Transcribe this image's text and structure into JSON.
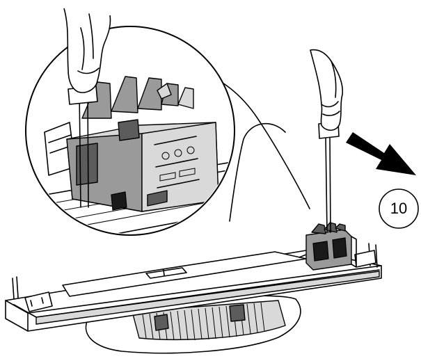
{
  "step": {
    "number": "10"
  },
  "figure": {
    "parts": [
      "hand-icon",
      "screwdriver-icon",
      "connector-block",
      "light-fixture",
      "magnifier-callout",
      "direction-arrow-icon"
    ],
    "arrow_direction": "down-right"
  },
  "colors": {
    "line": "#000000",
    "background": "#ffffff",
    "shade_light": "#d9d9d9",
    "shade_mid": "#9a9a9a",
    "shade_dark": "#5c5c5c"
  }
}
